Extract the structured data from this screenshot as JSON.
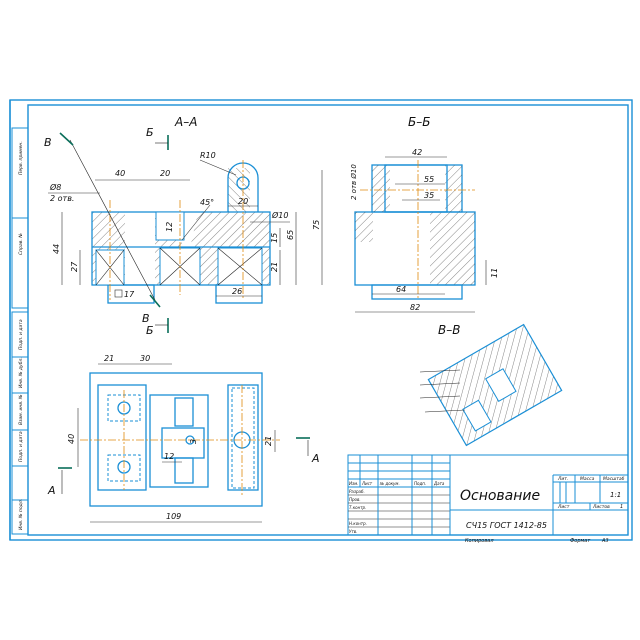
{
  "drawing": {
    "sections": {
      "aa": "А–А",
      "bb": "Б–Б",
      "vv": "В–В",
      "label_a": "А",
      "label_b": "Б",
      "label_v": "В"
    },
    "aa_dims": {
      "d40": "40",
      "d20a": "20",
      "r10": "R10",
      "phi8": "Ø8",
      "otv2": "2 отв.",
      "d45": "45°",
      "d20b": "20",
      "phi10": "Ø10",
      "d12": "12",
      "d44": "44",
      "d27": "27",
      "d15": "15",
      "d65": "65",
      "d75": "75",
      "d21": "21",
      "d17": "17",
      "d26": "26"
    },
    "bb_dims": {
      "otv2phi10": "2 отв Ø10",
      "d42": "42",
      "d55": "55",
      "d35": "35",
      "d11": "11",
      "d64": "64",
      "d82": "82"
    },
    "plan_dims": {
      "d21a": "21",
      "d30": "30",
      "d40": "40",
      "d3": "3",
      "d21b": "21",
      "d12": "12",
      "d109": "109"
    },
    "side_labels": [
      "Перв. примен.",
      "Справ. №",
      "Подп. и дата",
      "Инв. № дубл.",
      "Взам. инв. №",
      "Подп. и дата",
      "Инв. № подл."
    ],
    "title_block": {
      "title": "Основание",
      "material": "СЧ15 ГОСТ 1412-85",
      "lit": "Лит.",
      "massa": "Масса",
      "masshtab": "Масштаб",
      "scale_value": "1:1",
      "list": "Лист",
      "listov": "Листов",
      "listov_value": "1",
      "copied": "Копировал",
      "format": "Формат",
      "format_value": "A3",
      "rows": [
        "Изм.",
        "Лист",
        "№ докум.",
        "Подп.",
        "Дата"
      ],
      "roles": [
        "Разраб.",
        "Пров.",
        "Т.контр.",
        "Н.контр.",
        "Утв."
      ]
    }
  }
}
